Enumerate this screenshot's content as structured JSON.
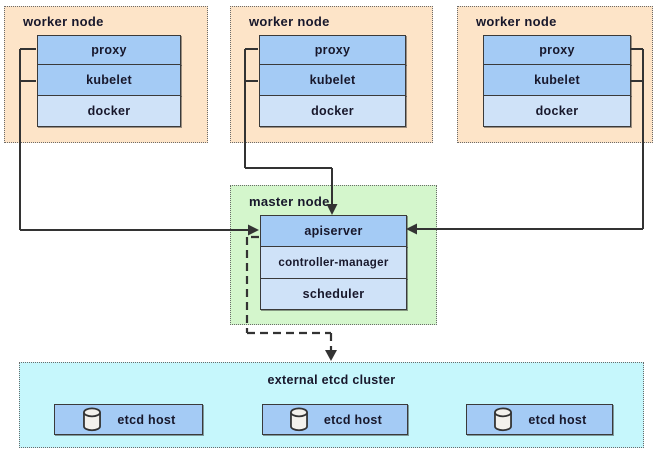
{
  "workers": [
    {
      "title": "worker node",
      "components": [
        "proxy",
        "kubelet",
        "docker"
      ]
    },
    {
      "title": "worker node",
      "components": [
        "proxy",
        "kubelet",
        "docker"
      ]
    },
    {
      "title": "worker node",
      "components": [
        "proxy",
        "kubelet",
        "docker"
      ]
    }
  ],
  "master": {
    "title": "master node",
    "components": [
      "apiserver",
      "controller-manager",
      "scheduler"
    ]
  },
  "etcd_cluster": {
    "title": "external etcd cluster",
    "hosts": [
      "etcd host",
      "etcd host",
      "etcd host"
    ],
    "host_icon": "database-cylinder-icon"
  },
  "colors": {
    "worker_bg": "#fde4c8",
    "master_bg": "#d4f6cc",
    "etcd_bg": "#c6f7fc",
    "component_primary": "#a4cbf5",
    "component_secondary": "#cfe2f8",
    "host_bg": "#a4cbf5",
    "line": "#333333",
    "text": "#17172b"
  }
}
